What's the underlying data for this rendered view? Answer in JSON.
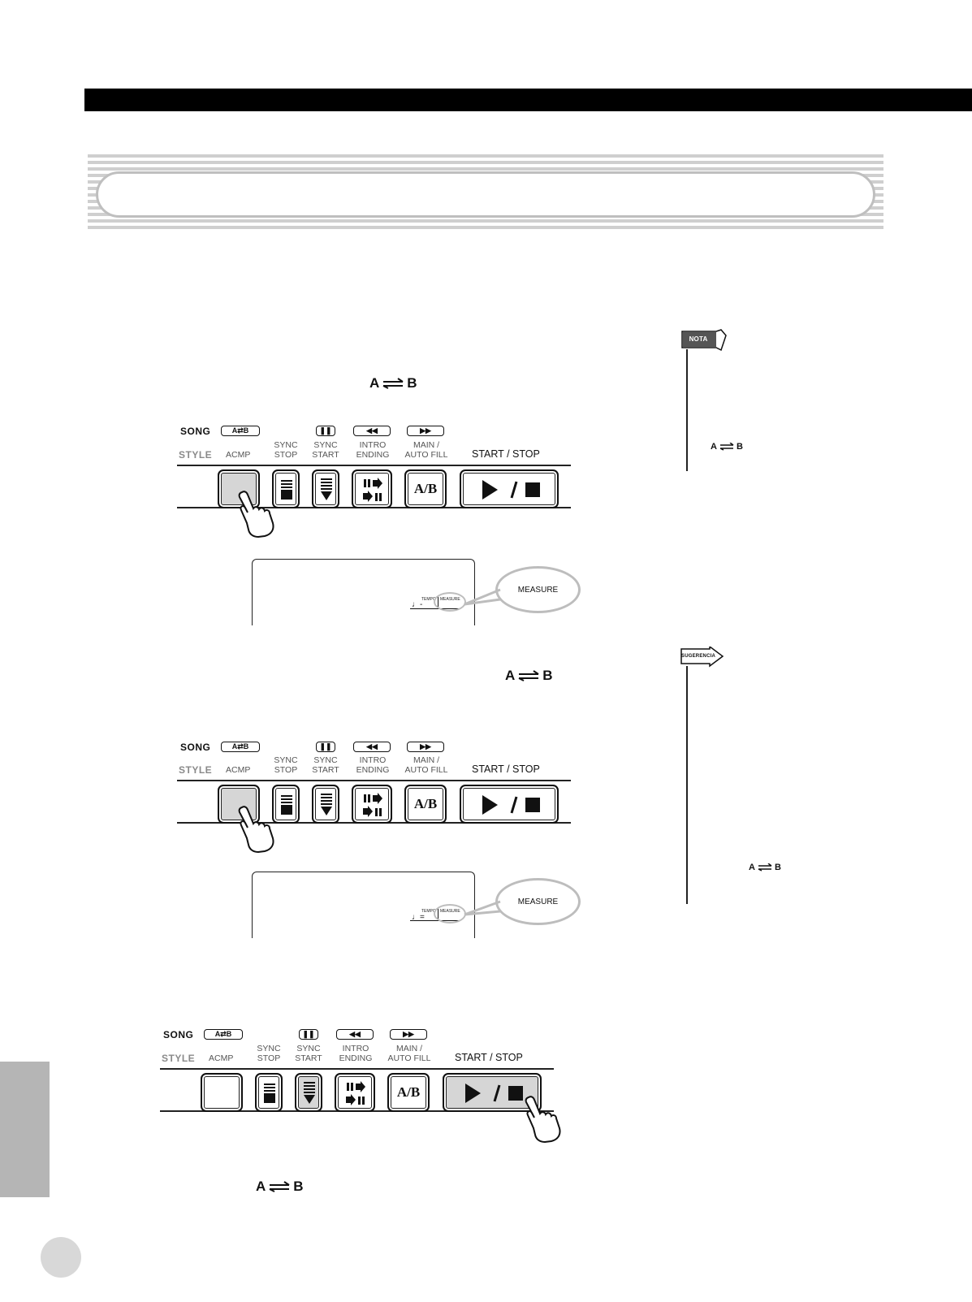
{
  "ab_symbol": {
    "a": "A",
    "b": "B"
  },
  "panel": {
    "song": "SONG",
    "style": "STYLE",
    "ab_pill": "A⇄B",
    "acmp": "ACMP",
    "sync_stop": [
      "SYNC",
      "STOP"
    ],
    "sync_start": [
      "SYNC",
      "START"
    ],
    "intro_ending": [
      "INTRO",
      "ENDING"
    ],
    "main_autofill": [
      "MAIN /",
      "AUTO FILL"
    ],
    "start_stop": "START / STOP",
    "ab_button": "A/B"
  },
  "display": {
    "tempo": "TEMPO",
    "measure_small": "MEASURE",
    "callout": "MEASURE"
  },
  "notes": {
    "nota": "NOTA",
    "sugerencia": "SUGERENCIA"
  }
}
